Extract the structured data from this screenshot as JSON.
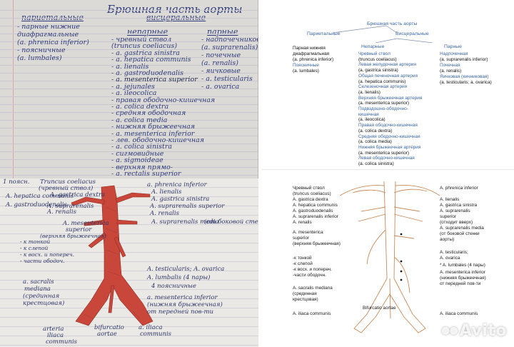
{
  "notebook": {
    "title": "Брюшная часть аорты",
    "col_parietal": "париетальные",
    "col_visceral": "висцеральные",
    "parietal_items": [
      "- парные нижние",
      "диафрагмальные",
      "(a. phrenica inferior)",
      "- поясничные",
      "(a. lumbales)"
    ],
    "unpaired_head": "непарные",
    "unpaired_items": [
      "- чревный ствол",
      "(truncus coeliacus)",
      "- а. gastrica sinistra",
      "- a. hepatica communis",
      "- a. lienalis",
      "- a. gastroduodenalis",
      "- a. mesenterica superior",
      "- a. jejunales",
      "- a. ileocolica",
      "- правая ободочно-кишечная",
      "- a. colica dextra",
      "- средняя ободочная",
      "- a. colica media",
      "- нижняя брыжеечная",
      "- a. mesenterica inferior",
      "- лев. ободочно-кишечная",
      "- a. colica sinistra",
      "- сигмовидные",
      "- a. sigmoideae",
      "- верхняя прямо-",
      "- a. rectalis superior"
    ],
    "paired_head": "парные",
    "paired_items": [
      "- надпочечниковые",
      "(a. suprarenalis)",
      "- почечные",
      "(a. renalis)",
      "- яичковые",
      "- a. testicularis",
      "- a. ovarica"
    ]
  },
  "drawing": {
    "labels": [
      "1 поясн.",
      "Truncus coeliacus",
      "(чревный ствол)",
      "A. gastrica dextra",
      "A. hepatica communis",
      "A. gastroduodenalis",
      "A. suprarenalis",
      "A. renalis",
      "A. mesenterica",
      "superior",
      "(верхняя брыжеечная)",
      "- к тонкой",
      "- к слепой",
      "- к восх. и попереч.",
      "- части ободоч.",
      "a. sacralis",
      "mediana",
      "(срединная",
      "крестцовая)",
      "arteria",
      "iliaca",
      "communis",
      "bifurcatio",
      "aortae",
      "a. iliaca",
      "communis",
      "a. phrenica inferior",
      "A. lienalis",
      "A. gastrica sinistra",
      "A. suprarenalis superior",
      "A. renalis",
      "A. suprarenalis media",
      "A. testicularis; A. ovarica",
      "A. lumbalis (4 пары)",
      "4 поясничные",
      "a. mesenterica inferior",
      "(нижняя брыжеечная)",
      "от передней пов-ти",
      "(от боковой стенки)"
    ]
  },
  "scheme": {
    "title": "Брюшная часть аорты",
    "branch_parietal": "Париетальные",
    "branch_visceral": "Висцеральные",
    "branch_unpaired": "Непарные",
    "branch_paired": "Парные",
    "parietal_items": [
      {
        "text": "Парная нижняя",
        "hl": false
      },
      {
        "text": "диафрагмальная",
        "hl": false
      },
      {
        "text": "(a. phrenica inferior)",
        "hl": false
      },
      {
        "text": "Поясничные",
        "hl": true
      },
      {
        "text": "(a. lumbales)",
        "hl": false
      }
    ],
    "unpaired_items": [
      {
        "text": "Чревный ствол",
        "hl": true
      },
      {
        "text": "(truncus coeliacus)",
        "hl": false
      },
      {
        "text": "Левая желудочная артерия",
        "hl": true
      },
      {
        "text": "(a. gastrica sinistra)",
        "hl": false
      },
      {
        "text": "Общая печеночная артерия",
        "hl": true
      },
      {
        "text": "(a. hepatica communis)",
        "hl": false
      },
      {
        "text": "Селезеночная артерия",
        "hl": true
      },
      {
        "text": "(a. lienalis)",
        "hl": false
      },
      {
        "text": "Верхняя брыжеечная артерия",
        "hl": true
      },
      {
        "text": "(a. mesenterica superior)",
        "hl": false
      },
      {
        "text": "Подвздошно-ободочно-",
        "hl": true
      },
      {
        "text": "кишечная",
        "hl": true
      },
      {
        "text": "(a. ileocolica)",
        "hl": false
      },
      {
        "text": "Правая ободочно-кишечная",
        "hl": true
      },
      {
        "text": "(a. colica dextra)",
        "hl": false
      },
      {
        "text": "Средняя ободочно-кишечная",
        "hl": true
      },
      {
        "text": "(a. colica media)",
        "hl": false
      },
      {
        "text": "Нижняя брыжеечная артерия",
        "hl": true
      },
      {
        "text": "(a. mesenterica superior)",
        "hl": false
      },
      {
        "text": "Левая ободочно-кишечная",
        "hl": true
      },
      {
        "text": "(a. colica sinistra)",
        "hl": false
      }
    ],
    "paired_items": [
      {
        "text": "Надпочечная",
        "hl": true
      },
      {
        "text": "(a. suprarenalis inferior)",
        "hl": false
      },
      {
        "text": "Почечная",
        "hl": true
      },
      {
        "text": "(a. renalis)",
        "hl": false
      },
      {
        "text": "Яичковая (яичниковая)",
        "hl": true
      },
      {
        "text": "(a. testicularis; a. ovarica)",
        "hl": false
      }
    ]
  },
  "diagram": {
    "left_labels": [
      "Чревный ствол",
      "(truncus coeliacus)",
      "A. gastrica dextra",
      "A. hepatica communis",
      "A. gastroduodenalis",
      "A. suprarenalis inferior",
      "A. renalis",
      "A. mesenterica",
      "superior",
      "(верхняя брыжеечная)",
      "-к тонкой",
      "-к слепой",
      "-к восх. и попереч.",
      "-части ободочн.",
      "A. sacralis mediana",
      "(срединная",
      "крестцовая)",
      "A. iliaca communis"
    ],
    "right_labels": [
      "A. phrenica inferior",
      "A. lienalis",
      "A. gastrica sinistra",
      "A. suprarenalis",
      "superior",
      "(отходит вверх)",
      "A. suprarenalis media",
      "(от боковой стенки",
      "аорты)",
      "A. testicularis;",
      "A. ovarica",
      "* A. lumbales (4 пары)",
      "A. mesenterica inferior",
      "(нижняя брыжеечная)",
      "от передней пов-ти",
      "A. iliaca communis"
    ],
    "bottom_label": "Bifurcatio aortae"
  },
  "watermark": "Avito",
  "colors": {
    "accent_blue": "#3a66a8",
    "vessel_red": "#c9473a",
    "ink_blue": "#2f3a7a",
    "outline_brown": "#c98a5a"
  }
}
